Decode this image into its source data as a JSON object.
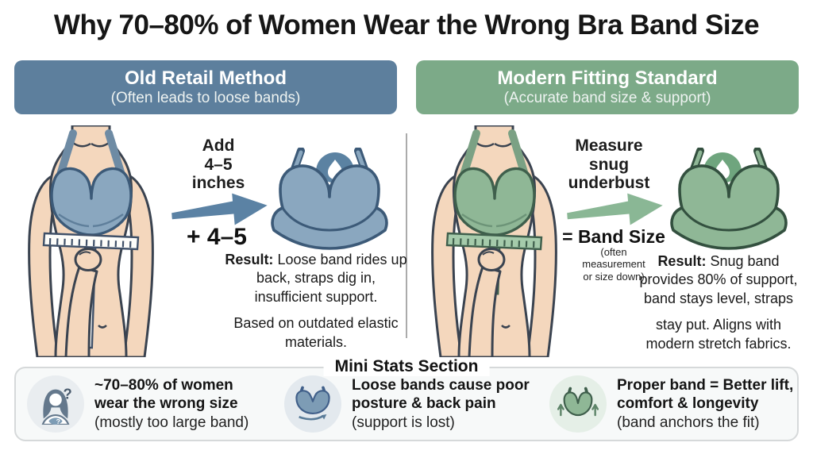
{
  "title": "Why 70–80% of Women Wear the Wrong Bra Band Size",
  "panels": {
    "old": {
      "header_title": "Old Retail Method",
      "header_subtitle": "(Often leads to loose bands)",
      "step_text": "Add\n4–5\ninches",
      "formula": "+ 4–5",
      "result_label": "Result:",
      "result_text": "Loose band rides up back, straps dig in, insufficient support.",
      "result_note": "Based on outdated elastic materials.",
      "accent": "#5d7f9d"
    },
    "modern": {
      "header_title": "Modern Fitting Standard",
      "header_subtitle": "(Accurate band size & support)",
      "step_text": "Measure\nsnug\nunderbust",
      "formula": "= Band Size",
      "formula_note": "(often\nmeasurement\nor size down)",
      "result_label": "Result:",
      "result_text": "Snug band provides 80% of support, band stays level, straps",
      "result_note": "stay put. Aligns with modern stretch fabrics.",
      "accent": "#7caa88"
    }
  },
  "stats": {
    "section_title": "Mini Stats Section",
    "items": [
      {
        "icon": "woman-question-icon",
        "bold_lines": "~70–80% of women\nwear the wrong size",
        "note": "(mostly too large band)",
        "glyph": "?"
      },
      {
        "icon": "loose-band-bra-icon",
        "bold_lines": "Loose bands cause poor\nposture & back pain",
        "note": "(support is lost)"
      },
      {
        "icon": "proper-band-bra-icon",
        "bold_lines": "Proper band = Better lift,\ncomfort & longevity",
        "note": "(band anchors the fit)"
      }
    ]
  },
  "colors": {
    "old_accent": "#5d7f9d",
    "modern_accent": "#7caa88",
    "old_bra_fill": "#8aa7bf",
    "old_bra_outline": "#3c5a78",
    "modern_bra_fill": "#8fb796",
    "modern_bra_outline": "#33503f",
    "skin": "#f4d7bd",
    "stats_bg": "#f7f9f9"
  }
}
